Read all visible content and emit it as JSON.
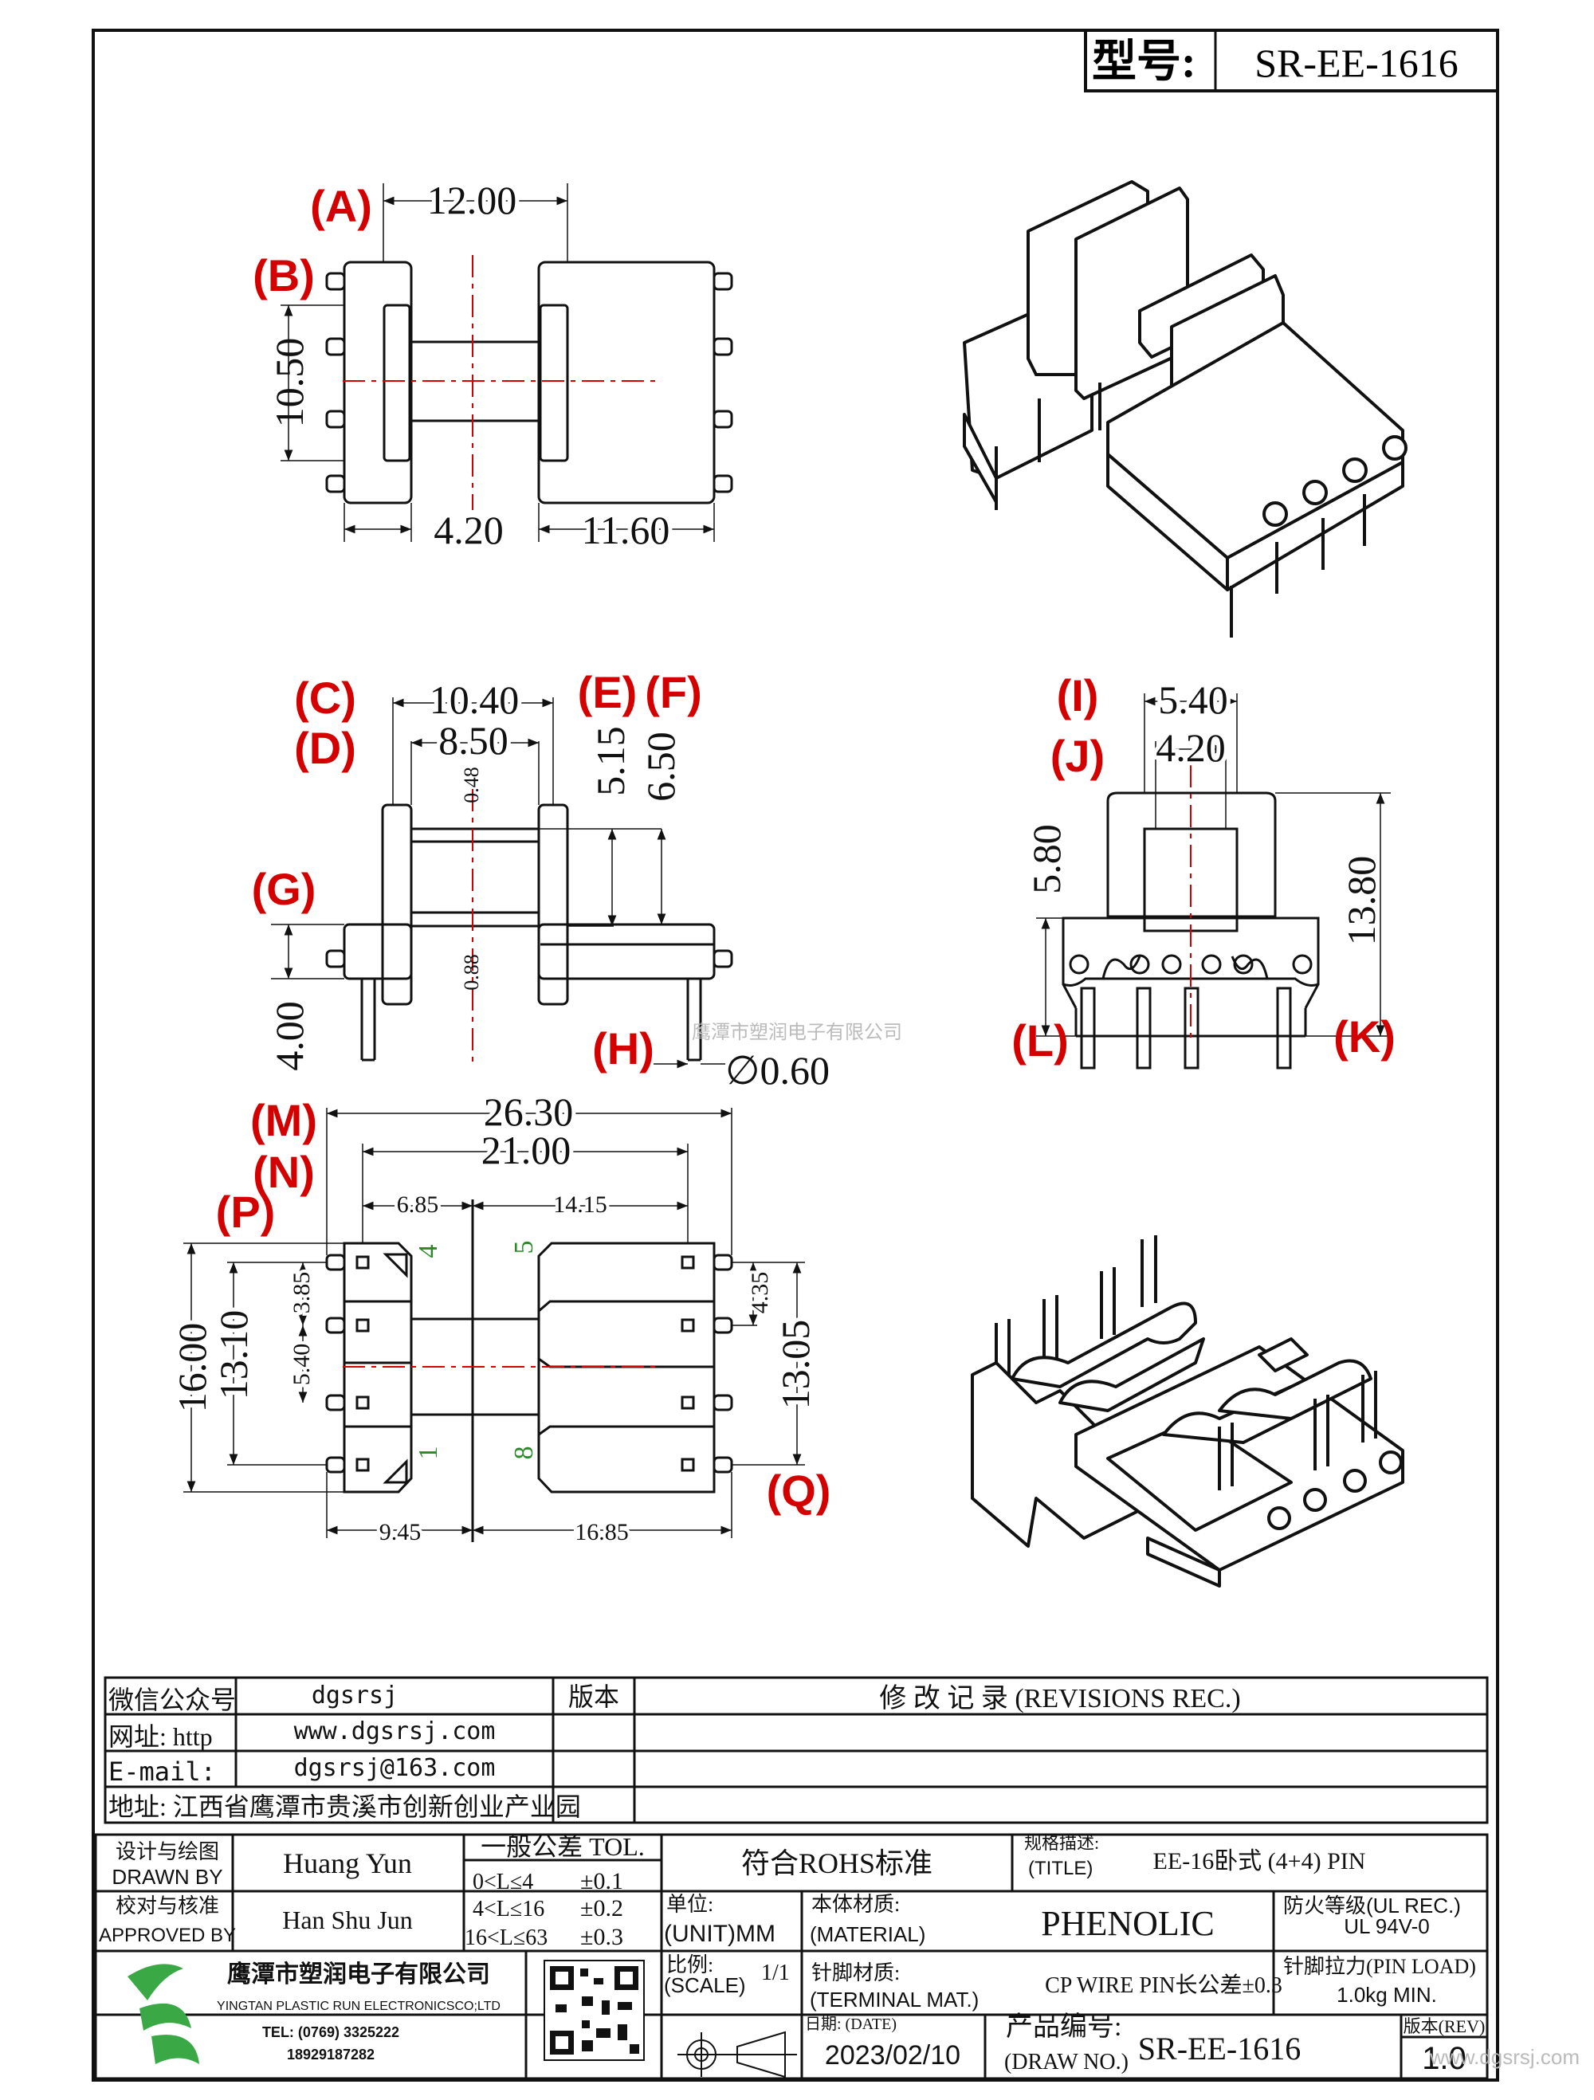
{
  "title_block": {
    "model_label": "型号:",
    "model_value": "SR-EE-1616"
  },
  "dimensions": {
    "d12_00": "12.00",
    "d10_50": "10.50",
    "d4_20a": "4.20",
    "d11_60": "11.60",
    "d10_40": "10.40",
    "d8_50": "8.50",
    "d5_15": "5.15",
    "d6_50": "6.50",
    "d0_48": "0.48",
    "d0_88": "0.88",
    "d4_00": "4.00",
    "dia0_60": "∅0.60",
    "d5_40a": "5.40",
    "d4_20b": "4.20",
    "d5_80": "5.80",
    "d13_80": "13.80",
    "d26_30": "26.30",
    "d21_00": "21.00",
    "d6_85": "6.85",
    "d14_15": "14.15",
    "d16_00": "16.00",
    "d13_10": "13.10",
    "d3_85": "3.85",
    "d5_40b": "5.40",
    "d4_35": "4.35",
    "d13_05": "13.05",
    "d9_45": "9.45",
    "d16_85": "16.85"
  },
  "callouts": {
    "A": "(A)",
    "B": "(B)",
    "C": "(C)",
    "D": "(D)",
    "E": "(E)",
    "F": "(F)",
    "G": "(G)",
    "H": "(H)",
    "I": "(I)",
    "J": "(J)",
    "K": "(K)",
    "L": "(L)",
    "M": "(M)",
    "N": "(N)",
    "P": "(P)",
    "Q": "(Q)"
  },
  "pin_numbers": {
    "p4": "4",
    "p1": "1",
    "p5": "5",
    "p8": "8"
  },
  "watermarks": {
    "center": "鹰潭市塑润电子有限公司",
    "corner": "www.dgsrsj.com"
  },
  "revision_table": {
    "wechat_label": "微信公众号",
    "wechat_value": "dgsrsj",
    "version_header": "版本",
    "revisions_header": "修 改 记 录 (REVISIONS REC.)",
    "web_label": "网址: http",
    "web_value": "www.dgsrsj.com",
    "email_label": "E-mail:",
    "email_value": "dgsrsj@163.com",
    "address": "地址: 江西省鹰潭市贵溪市创新创业产业园"
  },
  "info_block": {
    "designer_cn": "设计与绘图",
    "designer_en": "DRAWN BY",
    "designer_name": "Huang Yun",
    "checker_cn": "校对与核准",
    "checker_en": "APPROVED BY",
    "checker_name": "Han Shu Jun",
    "tol_title": "一般公差 TOL.",
    "tol_rows": [
      {
        "range": "0<L≤4",
        "value": "±0.1"
      },
      {
        "range": "4<L≤16",
        "value": "±0.2"
      },
      {
        "range": "16<L≤63",
        "value": "±0.3"
      }
    ],
    "rohs": "符合ROHS标准",
    "title_label": "规格描述:",
    "title_label_en": "(TITLE)",
    "title_value": "EE-16卧式 (4+4) PIN",
    "unit_label": "单位:",
    "unit_value": "(UNIT)MM",
    "material_label": "本体材质:",
    "material_label_en": "(MATERIAL)",
    "material_value": "PHENOLIC",
    "fire_label": "防火等级(UL REC.)",
    "fire_value": "UL 94V-0",
    "scale_label": "比例:",
    "scale_label_en": "(SCALE)",
    "scale_value": "1/1",
    "terminal_label": "针脚材质:",
    "terminal_label_en": "(TERMINAL MAT.)",
    "terminal_value": "CP WIRE  PIN长公差±0.3",
    "pin_load_label": "针脚拉力(PIN LOAD)",
    "pin_load_value": "1.0kg MIN.",
    "date_label": "日期: (DATE)",
    "date_value": "2023/02/10",
    "drawno_label": "产品编号:",
    "drawno_label_en": "(DRAW NO.)",
    "drawno_value": "SR-EE-1616",
    "rev_label": "版本(REV)",
    "rev_value": "1.0",
    "company_cn": "鹰潭市塑润电子有限公司",
    "company_en": "YINGTAN PLASTIC RUN ELECTRONICSCO;LTD",
    "tel": "TEL: (0769) 3325222",
    "mobile": "18929187282"
  }
}
